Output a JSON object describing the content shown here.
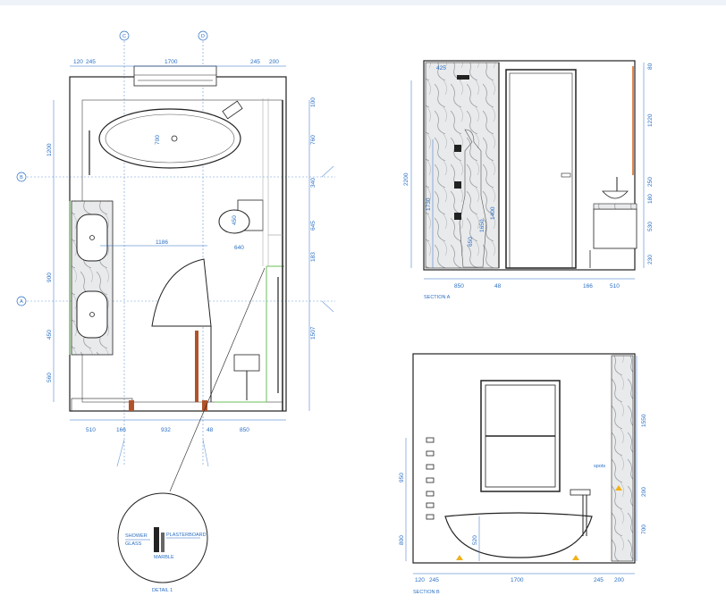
{
  "colors": {
    "dim": "#2a6fc4",
    "wall": "#222222",
    "timber": "#b0532a",
    "green": "#6bbf59",
    "orange": "#e07b3c",
    "marble": "#b8bcc0",
    "spot": "#f0b21b"
  },
  "grid": {
    "col_c": "C",
    "col_d": "D",
    "row_b": "B",
    "row_a": "A"
  },
  "plan": {
    "top_dims": [
      "120",
      "245",
      "1700",
      "245",
      "200"
    ],
    "bottom_dims": [
      "510",
      "166",
      "932",
      "48",
      "850"
    ],
    "left_dims": [
      "1200",
      "900",
      "450",
      "560"
    ],
    "right_dims": [
      "100",
      "760",
      "340",
      "645",
      "183",
      "1507"
    ],
    "inner": [
      "700",
      "1186",
      "640",
      "450"
    ]
  },
  "section_a": {
    "label": "SECTION A",
    "left_dims": [
      "2200",
      "1730"
    ],
    "inner_dims": [
      "1400",
      "1650",
      "650",
      "425"
    ],
    "right_dims": [
      "80",
      "1220",
      "250",
      "180",
      "530",
      "230"
    ],
    "bottom_dims": [
      "850",
      "48",
      "166",
      "510"
    ]
  },
  "section_b": {
    "label": "SECTION B",
    "left_dims": [
      "950",
      "800"
    ],
    "inner_dims": [
      "520"
    ],
    "right_dims": [
      "1550",
      "200",
      "700"
    ],
    "bottom_dims": [
      "120",
      "245",
      "1700",
      "245",
      "200"
    ],
    "spots_label": "spots"
  },
  "detail": {
    "label": "DETAIL 1",
    "shower": "SHOWER",
    "glass": "GLASS",
    "plasterboard": "PLASTERBOARD",
    "marble": "MARBLE"
  }
}
